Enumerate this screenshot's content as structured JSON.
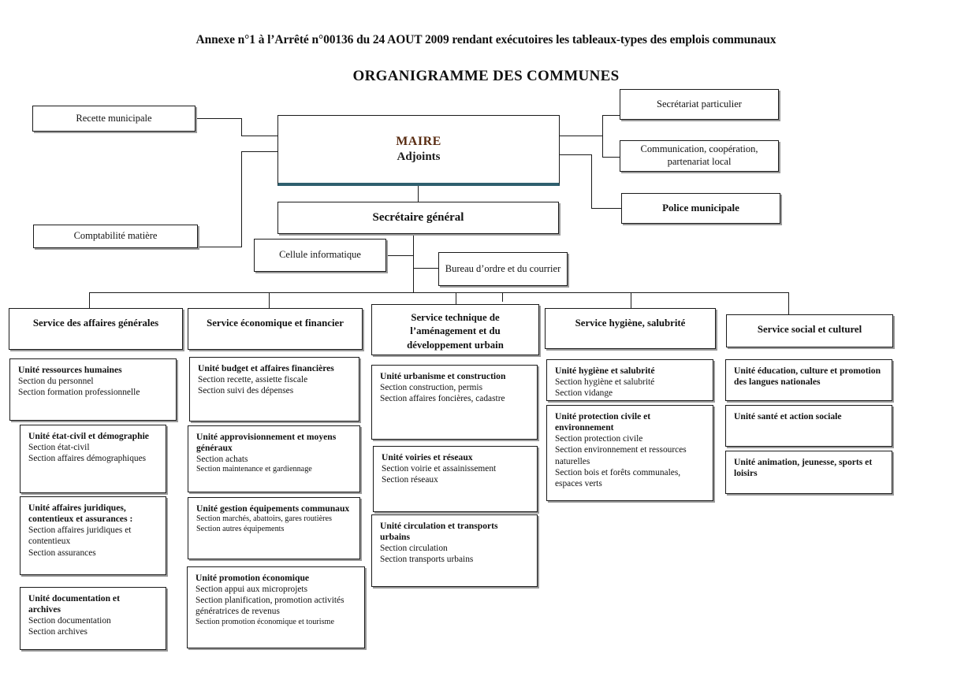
{
  "document": {
    "annex_title": "Annexe n°1 à l’Arrêté n°00136 du 24 AOUT 2009 rendant exécutoires les tableaux-types des emplois communaux",
    "org_title": "ORGANIGRAMME DES COMMUNES"
  },
  "colors": {
    "maire_text": "#5a2d13",
    "maire_underline": "#2e5f6e",
    "box_border": "#1a1a1a",
    "box_shadow": "#9a9a9a",
    "background": "#ffffff"
  },
  "top": {
    "recette": "Recette municipale",
    "comptabilite": "Comptabilité matière",
    "maire_line1": "MAIRE",
    "maire_line2": "Adjoints",
    "secretariat_particulier": "Secrétariat particulier",
    "communication": "Communication, coopération,\npartenariat local",
    "communication_line1": "Communication, coopération,",
    "communication_line2": "partenariat local",
    "police": "Police municipale",
    "secretaire_general": "Secrétaire général",
    "cellule_informatique": "Cellule informatique",
    "bureau_ordre": "Bureau d’ordre et du courrier"
  },
  "services": [
    {
      "header": "Service des affaires générales",
      "header_lines": [
        "Service des affaires générales"
      ],
      "units": [
        {
          "title": "Unité ressources humaines",
          "title_lines": [
            "Unité ressources humaines"
          ],
          "sections": [
            "Section du personnel",
            "Section formation professionnelle"
          ]
        },
        {
          "title": "Unité état-civil et démographie",
          "title_lines": [
            "Unité état-civil et démographie"
          ],
          "sections": [
            "Section état-civil",
            "Section affaires démographiques"
          ]
        },
        {
          "title": "Unité affaires juridiques, contentieux et assurances :",
          "title_lines": [
            "Unité affaires juridiques,",
            "contentieux et assurances :"
          ],
          "sections": [
            "Section affaires juridiques et contentieux",
            "Section assurances"
          ]
        },
        {
          "title": "Unité documentation et archives",
          "title_lines": [
            "Unité documentation et",
            "archives"
          ],
          "sections": [
            "Section documentation",
            "Section archives"
          ]
        }
      ]
    },
    {
      "header": "Service économique et financier",
      "header_lines": [
        "Service économique et financier"
      ],
      "units": [
        {
          "title": "Unité budget et affaires financières",
          "title_lines": [
            "Unité budget et affaires financières"
          ],
          "sections": [
            "Section recette, assiette fiscale",
            "Section suivi des dépenses"
          ]
        },
        {
          "title": "Unité approvisionnement et moyens généraux",
          "title_lines": [
            "Unité approvisionnement et moyens",
            "généraux"
          ],
          "sections": [
            "Section achats",
            "Section maintenance et gardiennage"
          ]
        },
        {
          "title": "Unité gestion équipements communaux",
          "title_lines": [
            "Unité gestion équipements communaux"
          ],
          "sections": [
            "Section marchés, abattoirs, gares routières",
            "Section autres équipements"
          ]
        },
        {
          "title": "Unité promotion économique",
          "title_lines": [
            "Unité promotion économique"
          ],
          "sections": [
            "Section appui aux microprojets",
            "Section planification, promotion activités génératrices de revenus",
            "Section promotion économique et tourisme"
          ]
        }
      ]
    },
    {
      "header": "Service technique de l’aménagement et du développement urbain",
      "header_lines": [
        "Service technique de",
        "l’aménagement et du",
        "développement urbain"
      ],
      "units": [
        {
          "title": "Unité urbanisme et construction",
          "title_lines": [
            "Unité urbanisme et construction"
          ],
          "sections": [
            "Section construction, permis",
            "Section affaires foncières, cadastre"
          ]
        },
        {
          "title": "Unité voiries et réseaux",
          "title_lines": [
            "Unité voiries et réseaux"
          ],
          "sections": [
            "Section voirie et assainissement",
            "Section réseaux"
          ]
        },
        {
          "title": "Unité circulation et transports urbains",
          "title_lines": [
            "Unité circulation et transports",
            "urbains"
          ],
          "sections": [
            "Section circulation",
            "Section transports urbains"
          ]
        }
      ]
    },
    {
      "header": "Service hygiène, salubrité",
      "header_lines": [
        "Service hygiène, salubrité"
      ],
      "units": [
        {
          "title": "Unité hygiène et salubrité",
          "title_lines": [
            "Unité hygiène et salubrité"
          ],
          "sections": [
            "Section hygiène et salubrité",
            "Section vidange"
          ]
        },
        {
          "title": "Unité protection civile et environnement",
          "title_lines": [
            "Unité protection civile et",
            "environnement"
          ],
          "sections": [
            "Section protection civile",
            "Section environnement et ressources naturelles",
            "Section bois et forêts communales, espaces verts"
          ]
        }
      ]
    },
    {
      "header": "Service social et culturel",
      "header_lines": [
        "Service social et culturel"
      ],
      "units": [
        {
          "title": "Unité éducation, culture et promotion des langues nationales",
          "title_lines": [
            "Unité éducation, culture et promotion",
            "des langues nationales"
          ],
          "sections": []
        },
        {
          "title": "Unité santé et action sociale",
          "title_lines": [
            "Unité santé et action sociale"
          ],
          "sections": []
        },
        {
          "title": "Unité animation, jeunesse, sports et loisirs",
          "title_lines": [
            "Unité animation, jeunesse, sports et",
            "loisirs"
          ],
          "sections": []
        }
      ]
    }
  ]
}
